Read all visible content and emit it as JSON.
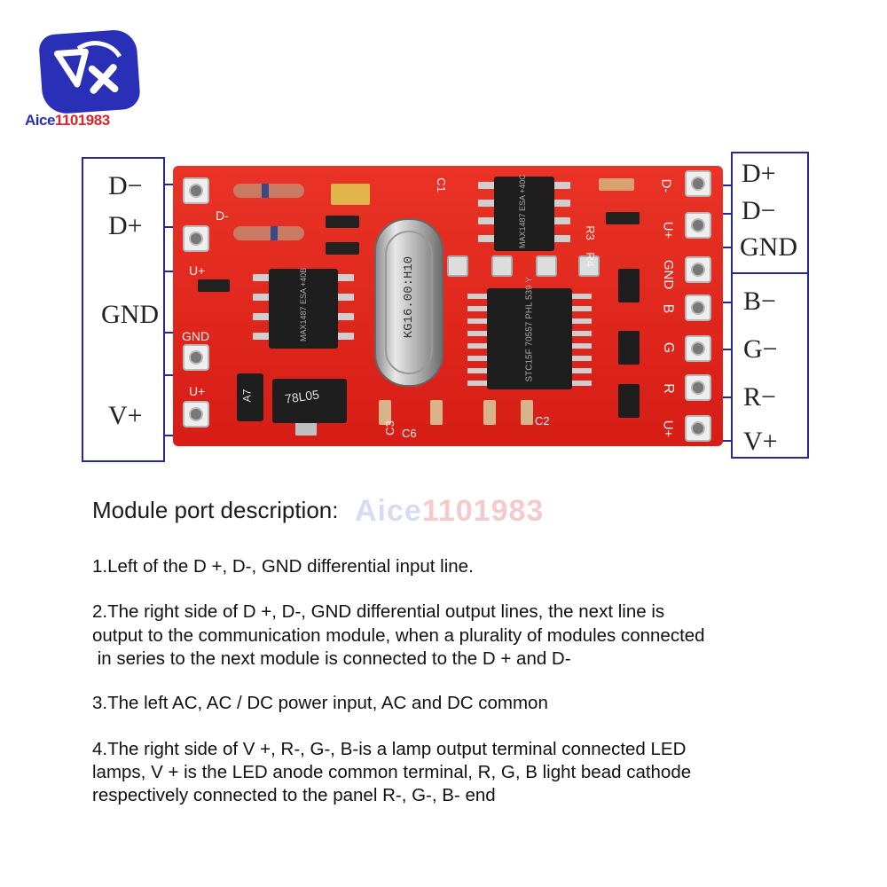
{
  "logo": {
    "text_prefix": "Aice",
    "text_suffix": "1101983",
    "colors": {
      "mark": "#2930b7",
      "text": "#d8262c"
    }
  },
  "left_labels": [
    "D−",
    "D+",
    "GND",
    "V+"
  ],
  "right_labels_top": [
    "D+",
    "D−",
    "GND"
  ],
  "right_labels_bottom": [
    "B−",
    "G−",
    "R−",
    "V+"
  ],
  "board": {
    "color": "#e2251d",
    "silk_left": [
      "D-",
      "U+",
      "GND",
      "U+"
    ],
    "silk_right": [
      "D-",
      "U+",
      "GND",
      "B",
      "G",
      "R",
      "U+"
    ],
    "crystal_marking": "KG16.00:H10",
    "regulator_marking": "78L05",
    "chip1_marking": "MAX1487 ESA +40B",
    "chip2_marking": "MAX1487 ESA +40C",
    "mcu_marking": "STC15F 70557 PHL 539 Y",
    "diode_marking": "A7",
    "silk_caps": [
      "C3",
      "C6",
      "C2",
      "C1",
      "R3",
      "R4"
    ]
  },
  "description": {
    "title": "Module port description:",
    "watermark_prefix": "Aice",
    "watermark_suffix": "1101983",
    "item1": "1.Left of the D +, D-, GND differential input line.",
    "item2_line1": "2.The right side of D +, D-, GND differential output lines, the next line is",
    "item2_line2": "output to the communication module, when a plurality of modules connected",
    "item2_line3": " in series to the next module is connected to the D + and D-",
    "item3": "3.The left AC, AC / DC power input, AC and DC common",
    "item4_line1": "4.The right side of V +, R-, G-, B-is a lamp output terminal connected LED",
    "item4_line2": "lamps, V + is the LED anode common terminal, R, G, B light bead cathode",
    "item4_line3": "respectively connected to the panel R-, G-, B- end"
  }
}
